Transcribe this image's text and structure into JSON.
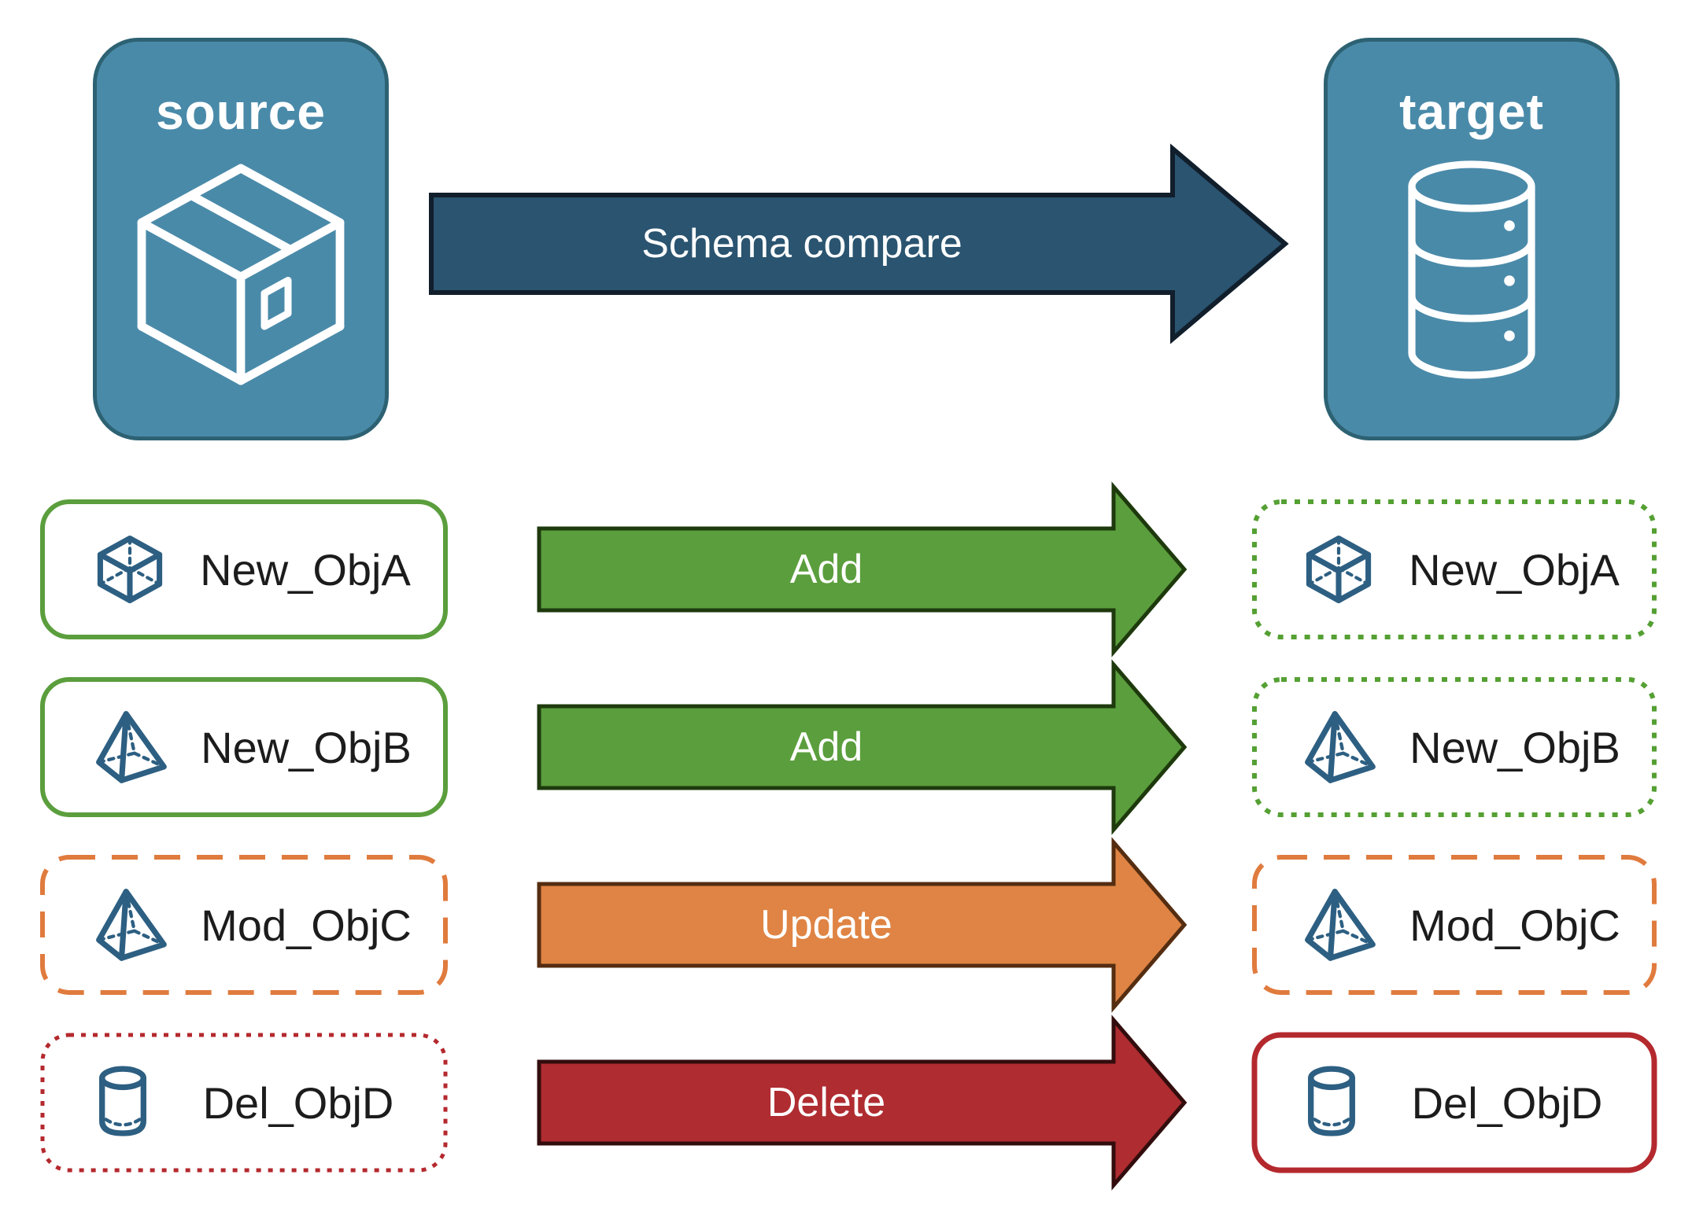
{
  "source_node": {
    "title": "source",
    "icon": "package-box-icon",
    "fill": "#4a8aa9",
    "border_color": "#2d6273",
    "icon_color": "#ffffff"
  },
  "target_node": {
    "title": "target",
    "icon": "database-icon",
    "fill": "#4a8aa9",
    "border_color": "#2d6273",
    "icon_color": "#ffffff"
  },
  "main_arrow": {
    "label": "Schema compare",
    "fill": "#2a5470",
    "outline": "#111e2b",
    "text_color": "#ffffff"
  },
  "rows": [
    {
      "object": "New_ObjA",
      "icon": "cube-icon",
      "action": "Add",
      "arrow_color": "#5b9e3d",
      "arrow_outline": "#1e3a0d",
      "source_box": {
        "border_color": "#5b9e3d",
        "border_style": "solid"
      },
      "target_box": {
        "border_color": "#55a033",
        "border_style": "dotted"
      }
    },
    {
      "object": "New_ObjB",
      "icon": "pyramid-icon",
      "action": "Add",
      "arrow_color": "#5b9e3d",
      "arrow_outline": "#1e3a0d",
      "source_box": {
        "border_color": "#5b9e3d",
        "border_style": "solid"
      },
      "target_box": {
        "border_color": "#55a033",
        "border_style": "dotted"
      }
    },
    {
      "object": "Mod_ObjC",
      "icon": "pyramid-icon",
      "action": "Update",
      "arrow_color": "#df8444",
      "arrow_outline": "#552d11",
      "source_box": {
        "border_color": "#e07b3e",
        "border_style": "dashed"
      },
      "target_box": {
        "border_color": "#e07b3e",
        "border_style": "dashed"
      }
    },
    {
      "object": "Del_ObjD",
      "icon": "cylinder-icon",
      "action": "Delete",
      "arrow_color": "#af2c31",
      "arrow_outline": "#330d0d",
      "source_box": {
        "border_color": "#b4292e",
        "border_style": "dotted"
      },
      "target_box": {
        "border_color": "#b4292e",
        "border_style": "solid"
      }
    }
  ],
  "object_icon_color": "#2d5f82",
  "label_text_color": "#1c1c1c",
  "background": "#ffffff"
}
